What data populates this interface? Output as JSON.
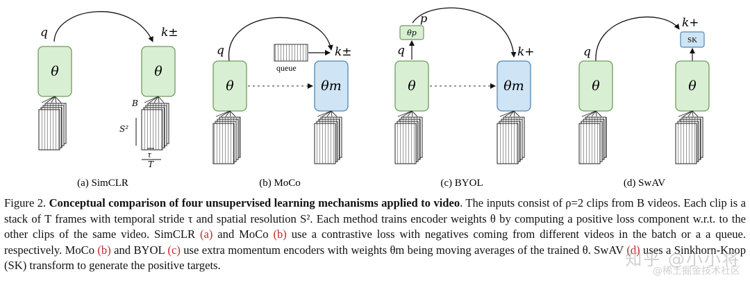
{
  "figure": {
    "panels": [
      {
        "id": "a",
        "caption": "(a) SimCLR",
        "query_label": "q",
        "target_label": "k±",
        "left_encoder": "θ",
        "right_encoder": "θ",
        "dims": {
          "B": "B",
          "S2": "S²",
          "tau": "τ",
          "T": "T"
        }
      },
      {
        "id": "b",
        "caption": "(b) MoCo",
        "query_label": "q",
        "target_label": "k±",
        "left_encoder": "θ",
        "right_encoder": "θm",
        "queue_label": "queue"
      },
      {
        "id": "c",
        "caption": "(c) BYOL",
        "query_label": "q",
        "target_label": "k+",
        "left_encoder": "θ",
        "right_encoder": "θm",
        "predictor_label": "θp",
        "p_label": "p"
      },
      {
        "id": "d",
        "caption": "(d) SwAV",
        "query_label": "q",
        "target_label": "k+",
        "left_encoder": "θ",
        "right_encoder": "θ",
        "sk_label": "SK"
      }
    ]
  },
  "caption": {
    "prefix": "Figure 2.",
    "bold_title": "Conceptual comparison of four unsupervised learning mechanisms applied to video",
    "text": [
      ". The inputs consist of ρ=2 clips from B videos. Each clip is a stack of T frames with temporal stride τ and spatial resolution S². Each method trains encoder weights θ by computing a positive loss component w.r.t. to the other clips of the same video. SimCLR ",
      "(a)",
      " and MoCo ",
      "(b)",
      " use a contrastive loss with negatives coming from different videos in the batch or a a queue. respectively. MoCo ",
      "(b)",
      " and BYOL ",
      "(c)",
      " use extra momentum encoders with weights θm being moving averages of the trained θ. SwAV ",
      "(d)",
      " uses a Sinkhorn-Knop (SK) transform to generate the positive targets."
    ]
  },
  "watermark": {
    "line1": "知乎 @小小将",
    "line2": "@稀土掘金技术社区"
  },
  "colors": {
    "green_fill": "#d9efd3",
    "green_stroke": "#6f9a5f",
    "blue_fill": "#cfe4f4",
    "blue_stroke": "#4f86b4",
    "ref_red": "#c0282d"
  }
}
